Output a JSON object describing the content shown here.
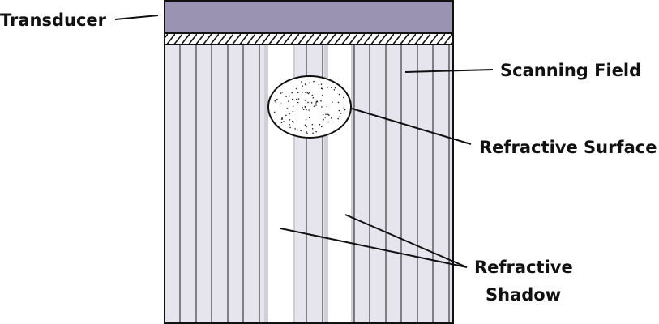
{
  "labels": {
    "transducer": "Transducer",
    "scanning_field": "Scanning Field",
    "refractive_surface": "Refractive Surface",
    "refractive_shadow_line1": "Refractive",
    "refractive_shadow_line2": "Shadow"
  },
  "colors": {
    "transducer_fill": "#9a93b2",
    "field_fill": "#e6e5ee",
    "field_lines": "#1a1a1a",
    "shadow_fill": "#ffffff",
    "outline": "#111111"
  }
}
